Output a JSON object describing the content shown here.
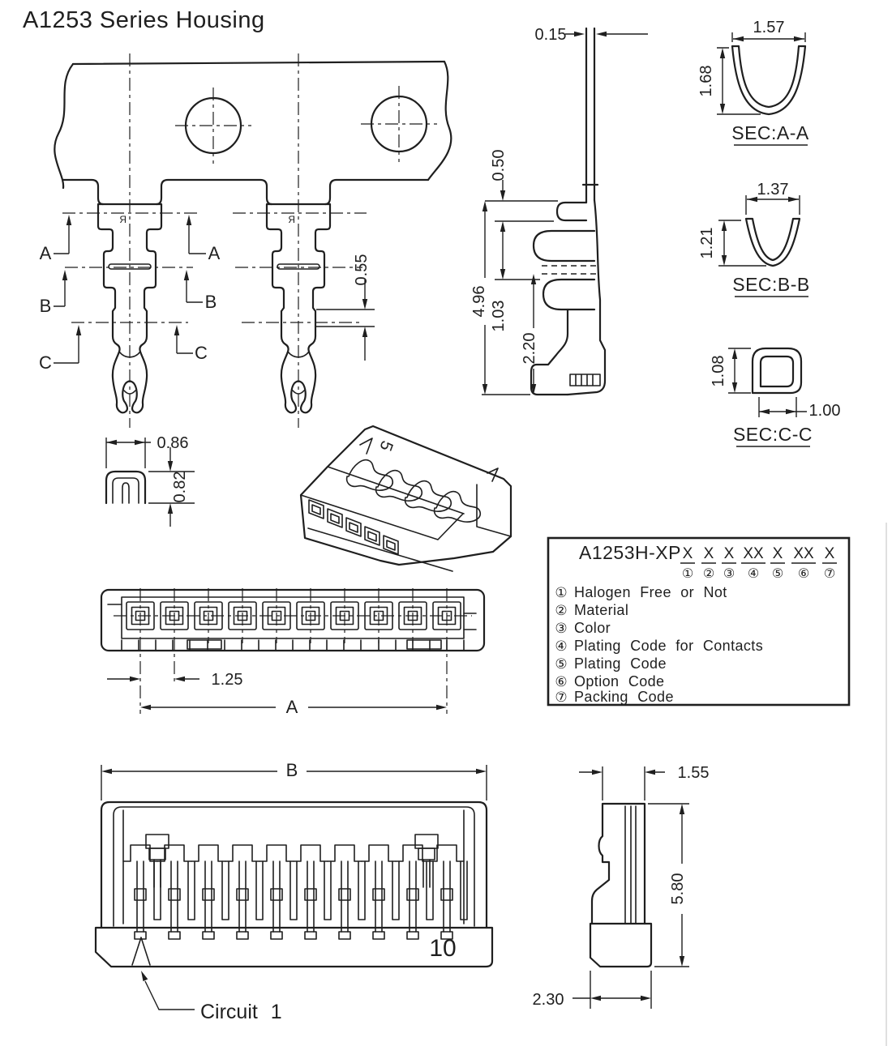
{
  "title": "A1253 Series Housing",
  "palette": {
    "ink": "#1f1f1f",
    "paper": "#ffffff"
  },
  "strip_view": {
    "section_a": "A",
    "section_b": "B",
    "section_c": "C",
    "dim_slot": "0.55",
    "stamp": "R"
  },
  "side_view": {
    "dim_thickness": "0.15",
    "dim_tab": "0.50",
    "dim_total": "4.96",
    "dim_gap": "1.03",
    "dim_lance": "2.20"
  },
  "sections": {
    "a": {
      "label": "SEC:A-A",
      "width": "1.57",
      "height": "1.68"
    },
    "b": {
      "label": "SEC:B-B",
      "width": "1.37",
      "height": "1.21"
    },
    "c": {
      "label": "SEC:C-C",
      "width": "1.00",
      "height": "1.08"
    }
  },
  "tab_detail": {
    "dim_width": "0.86",
    "dim_height": "0.82"
  },
  "iso_view": {
    "marking": "5"
  },
  "front_view": {
    "dim_pitch": "1.25",
    "dim_span": "A"
  },
  "part_number": {
    "prefix": "A1253H-XP",
    "codes": [
      {
        "x": "X",
        "num": "①",
        "label": "Halogen Free or Not"
      },
      {
        "x": "X",
        "num": "②",
        "label": "Material"
      },
      {
        "x": "X",
        "num": "③",
        "label": "Color"
      },
      {
        "x": "XX",
        "num": "④",
        "label": "Plating Code for Contacts"
      },
      {
        "x": "X",
        "num": "⑤",
        "label": "Plating Code"
      },
      {
        "x": "XX",
        "num": "⑥",
        "label": "Option Code"
      },
      {
        "x": "X",
        "num": "⑦",
        "label": "Packing Code"
      }
    ]
  },
  "bottom_view": {
    "dim_width": "B",
    "circuit_count": "10",
    "circuit_label": "Circuit 1"
  },
  "housing_side_view": {
    "dim_top": "1.55",
    "dim_height": "5.80",
    "dim_base": "2.30"
  }
}
